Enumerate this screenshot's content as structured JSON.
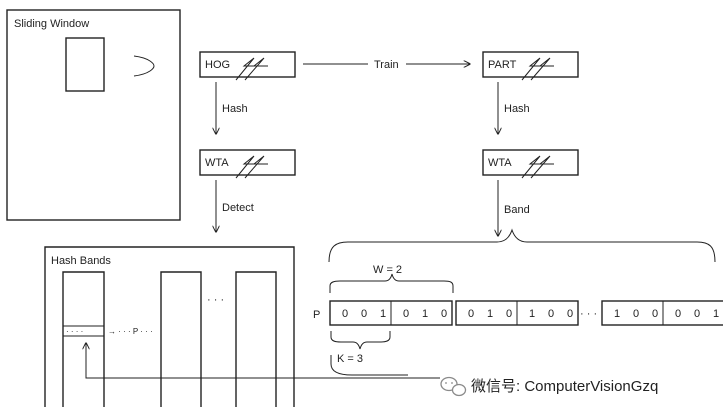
{
  "colors": {
    "stroke": "#222222",
    "watermark": "#8a8a8a",
    "background": "#ffffff"
  },
  "sliding_window": {
    "label": "Sliding Window"
  },
  "hog_box": {
    "label": "HOG"
  },
  "part_box": {
    "label": "PART"
  },
  "wta_left": {
    "label": "WTA"
  },
  "wta_right": {
    "label": "WTA"
  },
  "arrows": {
    "train": "Train",
    "hash_left": "Hash",
    "hash_right": "Hash",
    "detect": "Detect",
    "band": "Band"
  },
  "hash_bands": {
    "label": "Hash Bands",
    "ellipsis": "· · ·",
    "row_dots": "· · · ·",
    "row_tail": "→ · · · P · · ·"
  },
  "band_vector": {
    "row_label": "P",
    "w_label": "W = 2",
    "k_label": "K = 3",
    "ellipsis": "· · ·",
    "groups": [
      [
        "0",
        "0",
        "1"
      ],
      [
        "0",
        "1",
        "0"
      ],
      [
        "0",
        "1",
        "0"
      ],
      [
        "1",
        "0",
        "0"
      ],
      [
        "1",
        "0",
        "0"
      ],
      [
        "0",
        "0",
        "1"
      ]
    ]
  },
  "watermark": {
    "icon": "wechat-icon",
    "text": "微信号: ComputerVisionGzq"
  }
}
